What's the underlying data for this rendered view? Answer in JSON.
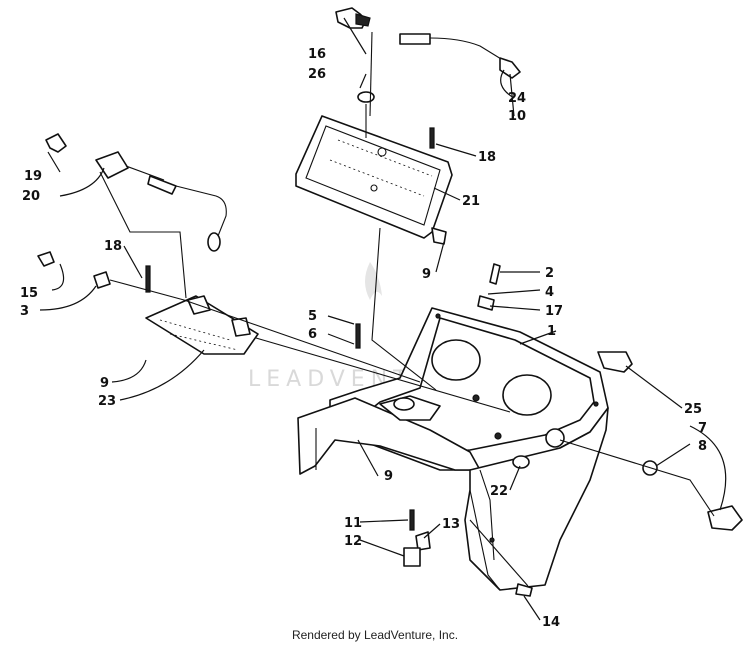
{
  "footer": "Rendered by LeadVenture, Inc.",
  "watermark": "LEADVENTURE",
  "callouts": {
    "c1": "1",
    "c2": "2",
    "c3": "3",
    "c4": "4",
    "c5": "5",
    "c6": "6",
    "c7": "7",
    "c8": "8",
    "c9a": "9",
    "c9b": "9",
    "c9c": "9",
    "c10": "10",
    "c11": "11",
    "c12": "12",
    "c13": "13",
    "c14": "14",
    "c15": "15",
    "c16": "16",
    "c17": "17",
    "c18a": "18",
    "c18b": "18",
    "c19": "19",
    "c20": "20",
    "c21": "21",
    "c22": "22",
    "c23": "23",
    "c24": "24",
    "c25": "25",
    "c26": "26"
  }
}
